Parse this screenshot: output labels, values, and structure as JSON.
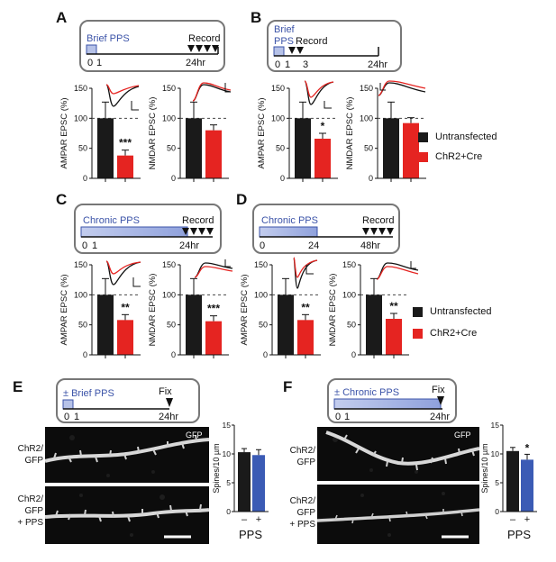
{
  "panels": {
    "A": {
      "letter": "A",
      "timeline": [
        "Brief PPS",
        "Record",
        "0",
        "1",
        "24hr"
      ],
      "charts": [
        {
          "ylabel": "AMPAR EPSC (%)",
          "ticks": [
            "150",
            "100",
            "50",
            "0"
          ],
          "values": [
            100,
            38
          ],
          "sig": "***"
        },
        {
          "ylabel": "NMDAR EPSC (%)",
          "ticks": [
            "150",
            "100",
            "50",
            "0"
          ],
          "values": [
            100,
            80
          ],
          "sig": ""
        }
      ]
    },
    "B": {
      "letter": "B",
      "timeline": [
        "Brief",
        "PPS",
        "Record",
        "0",
        "1",
        "3",
        "24hr"
      ],
      "charts": [
        {
          "ylabel": "AMPAR EPSC (%)",
          "ticks": [
            "150",
            "100",
            "50",
            "0"
          ],
          "values": [
            100,
            66
          ],
          "sig": "*"
        },
        {
          "ylabel": "NMDAR EPSC (%)",
          "ticks": [
            "150",
            "100",
            "50",
            "0"
          ],
          "values": [
            100,
            92
          ],
          "sig": ""
        }
      ]
    },
    "C": {
      "letter": "C",
      "timeline": [
        "Chronic PPS",
        "Record",
        "0",
        "1",
        "24hr"
      ],
      "charts": [
        {
          "ylabel": "AMPAR EPSC (%)",
          "ticks": [
            "150",
            "100",
            "50",
            "0"
          ],
          "values": [
            100,
            58
          ],
          "sig": "**"
        },
        {
          "ylabel": "NMDAR EPSC (%)",
          "ticks": [
            "150",
            "100",
            "50",
            "0"
          ],
          "values": [
            100,
            56
          ],
          "sig": "***"
        }
      ]
    },
    "D": {
      "letter": "D",
      "timeline": [
        "Chronic PPS",
        "Record",
        "0",
        "24",
        "48hr"
      ],
      "charts": [
        {
          "ylabel": "AMPAR EPSC (%)",
          "ticks": [
            "150",
            "100",
            "50",
            "0"
          ],
          "values": [
            100,
            58
          ],
          "sig": "**"
        },
        {
          "ylabel": "NMDAR EPSC (%)",
          "ticks": [
            "150",
            "100",
            "50",
            "0"
          ],
          "values": [
            100,
            60
          ],
          "sig": "**"
        }
      ]
    },
    "E": {
      "letter": "E",
      "timeline": [
        "± Brief PPS",
        "Fix",
        "0",
        "1",
        "24hr"
      ],
      "ylabel": "Spines/10 µm",
      "ticks": [
        "15",
        "10",
        "5",
        "0"
      ],
      "values": [
        10.3,
        9.8
      ],
      "sig": "",
      "cats": [
        "–",
        "+"
      ],
      "xlabel": "PPS"
    },
    "F": {
      "letter": "F",
      "timeline": [
        "± Chronic PPS",
        "Fix",
        "0",
        "1",
        "24hr"
      ],
      "ylabel": "Spines/10 µm",
      "ticks": [
        "15",
        "10",
        "5",
        "0"
      ],
      "values": [
        10.5,
        9.0
      ],
      "sig": "*",
      "cats": [
        "–",
        "+"
      ],
      "xlabel": "PPS"
    }
  },
  "legend": {
    "untransfected": "Untransfected",
    "chr2": "ChR2+Cre"
  },
  "micro_labels": {
    "gfp": "GFP",
    "row1": [
      "ChR2/",
      "GFP"
    ],
    "row2": [
      "ChR2/",
      "GFP",
      "+ PPS"
    ]
  },
  "colors": {
    "black_bar": "#1a1a1a",
    "red_bar": "#e52421",
    "blue_bar": "#3b5bb5",
    "timeline_fill": "#b6c2e8",
    "timeline_text": "#3b53a8"
  }
}
